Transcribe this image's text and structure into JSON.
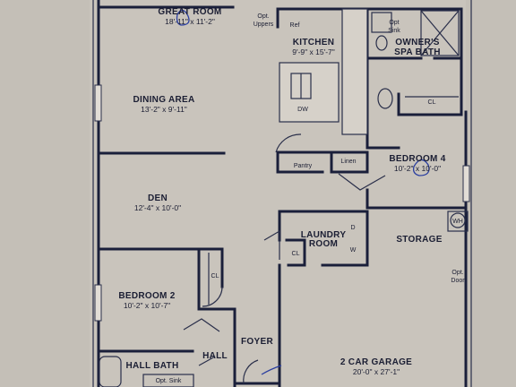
{
  "rooms": {
    "great_room": {
      "name": "GREAT ROOM",
      "dims": "18'-11\" x 11'-2\""
    },
    "kitchen": {
      "name": "KITCHEN",
      "dims": "9'-9\" x 15'-7\""
    },
    "owners_spa_bath": {
      "name_line1": "OWNER'S",
      "name_line2": "SPA BATH"
    },
    "dining_area": {
      "name": "DINING AREA",
      "dims": "13'-2\" x 9'-11\""
    },
    "bedroom4": {
      "name": "BEDROOM 4",
      "dims": "10'-2\" x 10'-0\""
    },
    "den": {
      "name": "DEN",
      "dims": "12'-4\" x 10'-0\""
    },
    "laundry": {
      "name_line1": "LAUNDRY",
      "name_line2": "ROOM"
    },
    "storage": {
      "name": "STORAGE"
    },
    "bedroom2": {
      "name": "BEDROOM 2",
      "dims": "10'-2\" x 10'-7\""
    },
    "hall": {
      "name": "HALL"
    },
    "foyer": {
      "name": "FOYER"
    },
    "garage": {
      "name": "2 CAR GARAGE",
      "dims": "20'-0\" x 27'-1\""
    },
    "hall_bath": {
      "name": "HALL BATH"
    }
  },
  "labels": {
    "opt_uppers_1": "Opt.",
    "opt_uppers_2": "Uppers",
    "ref": "Ref",
    "opt_sink_1": "Opt",
    "opt_sink_2": "Sink",
    "dw": "DW",
    "cl_owners": "CL",
    "pantry": "Pantry",
    "linen": "Linen",
    "wh": "WH",
    "laundry_d": "D",
    "laundry_w": "W",
    "cl_laundry": "CL",
    "cl_bedroom2": "CL",
    "opt_door_1": "Opt.",
    "opt_door_2": "Door",
    "opt_sink_hall": "Opt. Sink"
  },
  "colors": {
    "paper": "#c9c4bc",
    "wall": "#1a1f3a",
    "pen_ink": "#2b3fa0"
  }
}
